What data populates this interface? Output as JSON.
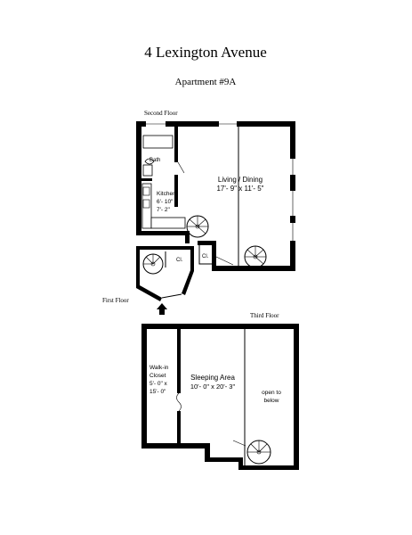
{
  "title": "4 Lexington Avenue",
  "subtitle": "Apartment #9A",
  "floors": {
    "second": "Second Floor",
    "first": "First Floor",
    "third": "Third Floor"
  },
  "rooms": {
    "bath": "Bath",
    "living_name": "Living / Dining",
    "living_dims": "17'- 9\" x 11'- 5\"",
    "kitchen_name": "Kitchen",
    "kitchen_dims_1": "6'- 10\" x",
    "kitchen_dims_2": "7'- 2\"",
    "closet_upper": "Cl.",
    "closet_lower": "Cl.",
    "walkin_1": "Walk-in",
    "walkin_2": "Closet",
    "walkin_3": "5'- 0\" x",
    "walkin_4": "15'- 0\"",
    "sleeping_name": "Sleeping Area",
    "sleeping_dims": "10'- 0\" x 20'- 3\"",
    "open_1": "open to",
    "open_2": "below"
  }
}
